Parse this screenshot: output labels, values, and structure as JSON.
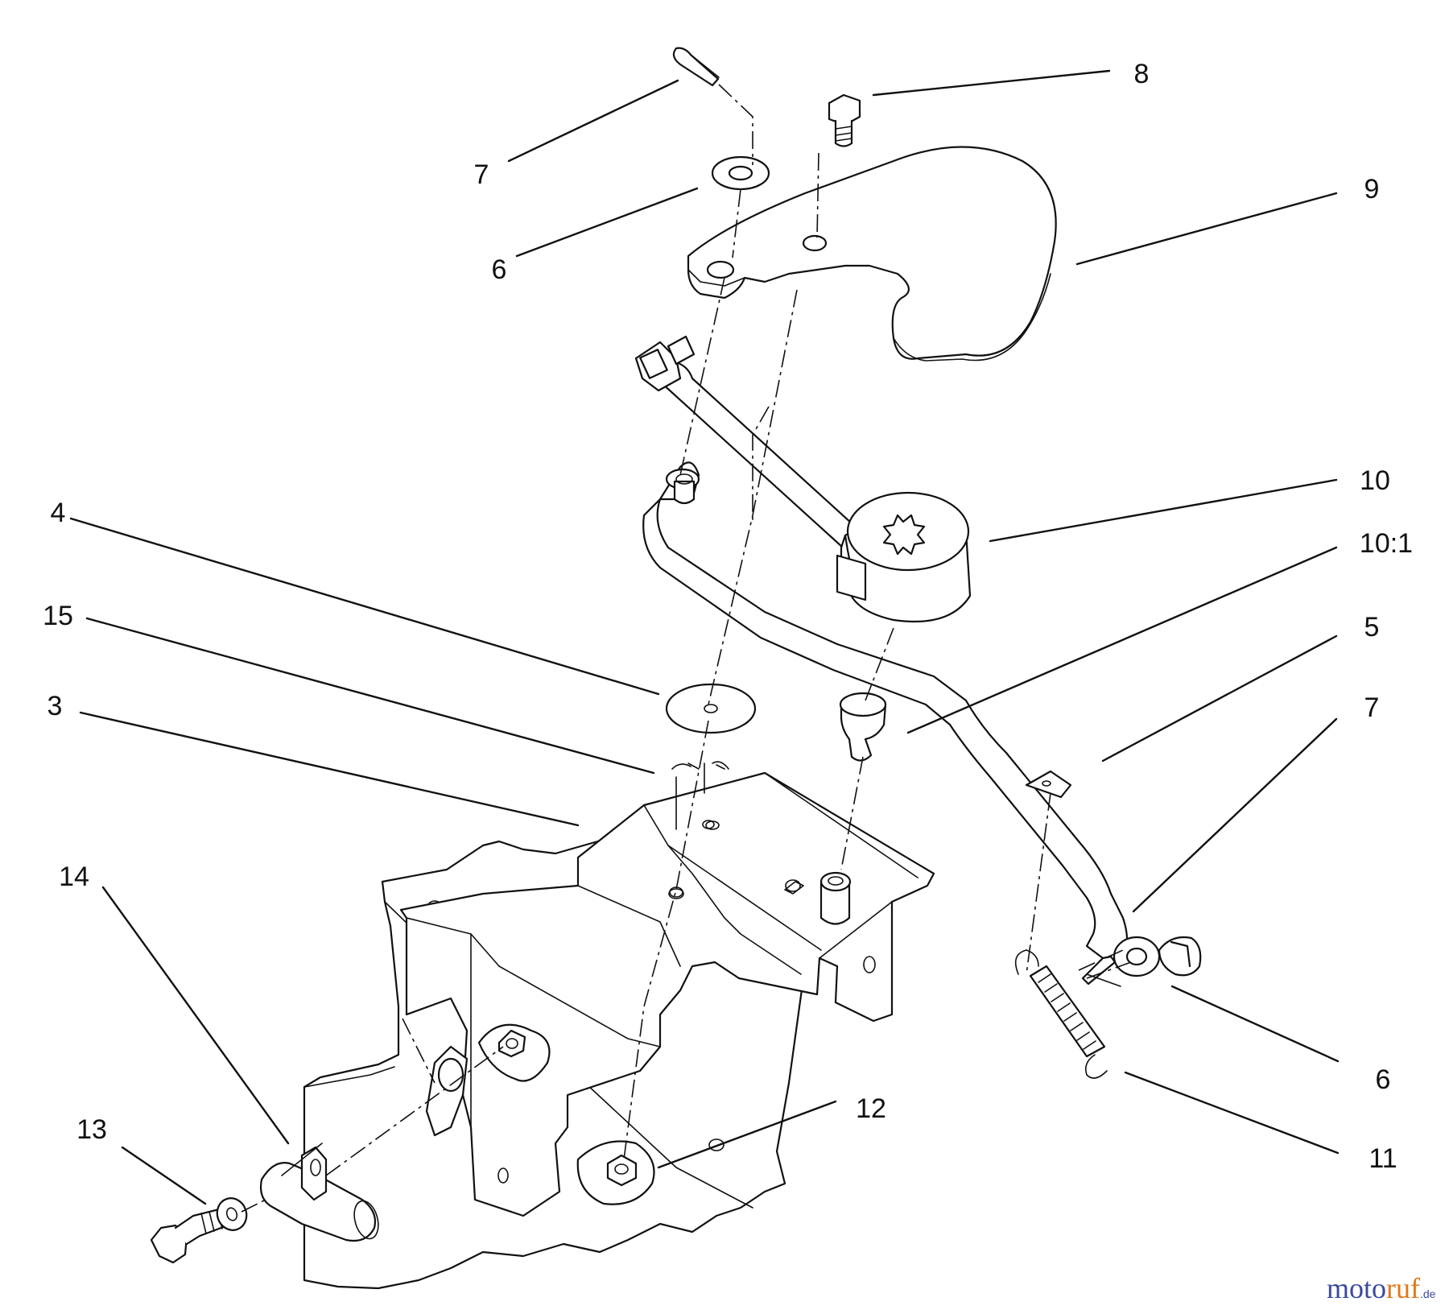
{
  "callouts": [
    {
      "id": "c8",
      "text": "8"
    },
    {
      "id": "c7a",
      "text": "7"
    },
    {
      "id": "c9",
      "text": "9"
    },
    {
      "id": "c6a",
      "text": "6"
    },
    {
      "id": "c10",
      "text": "10"
    },
    {
      "id": "c4",
      "text": "4"
    },
    {
      "id": "c101",
      "text": "10:1"
    },
    {
      "id": "c15",
      "text": "15"
    },
    {
      "id": "c5",
      "text": "5"
    },
    {
      "id": "c3",
      "text": "3"
    },
    {
      "id": "c7b",
      "text": "7"
    },
    {
      "id": "c14",
      "text": "14"
    },
    {
      "id": "c12",
      "text": "12"
    },
    {
      "id": "c6b",
      "text": "6"
    },
    {
      "id": "c13",
      "text": "13"
    },
    {
      "id": "c11",
      "text": "11"
    }
  ],
  "watermark": {
    "part_a": "moto",
    "part_b": "ruf",
    "part_c": ".de"
  },
  "colors": {
    "watermark_blue": "#3a4aa0",
    "watermark_orange": "#e0791b"
  }
}
